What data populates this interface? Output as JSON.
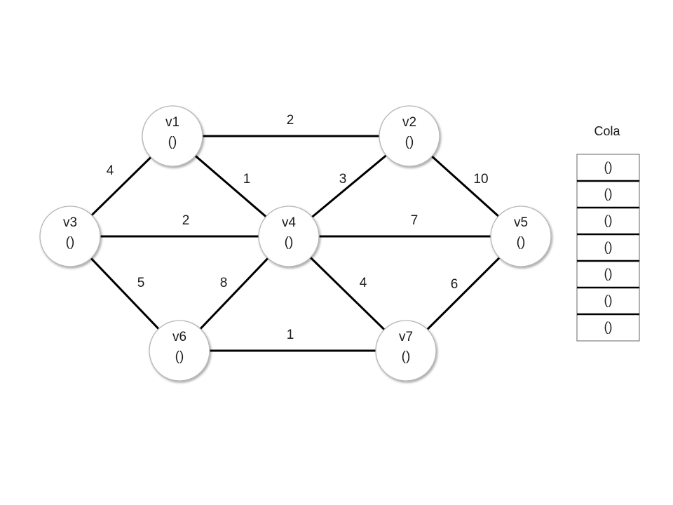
{
  "diagram": {
    "colors": {
      "edge": "#000000",
      "node_border": "#b5b5b5",
      "node_shadow": "#d0d0d0",
      "text": "#1a1a1a"
    },
    "nodes": [
      {
        "id": "v1",
        "name": "v1",
        "value": "()"
      },
      {
        "id": "v2",
        "name": "v2",
        "value": "()"
      },
      {
        "id": "v3",
        "name": "v3",
        "value": "()"
      },
      {
        "id": "v4",
        "name": "v4",
        "value": "()"
      },
      {
        "id": "v5",
        "name": "v5",
        "value": "()"
      },
      {
        "id": "v6",
        "name": "v6",
        "value": "()"
      },
      {
        "id": "v7",
        "name": "v7",
        "value": "()"
      }
    ],
    "edges": [
      {
        "from": "v1",
        "to": "v2",
        "weight": "2"
      },
      {
        "from": "v1",
        "to": "v3",
        "weight": "4"
      },
      {
        "from": "v1",
        "to": "v4",
        "weight": "1"
      },
      {
        "from": "v2",
        "to": "v4",
        "weight": "3"
      },
      {
        "from": "v2",
        "to": "v5",
        "weight": "10"
      },
      {
        "from": "v3",
        "to": "v4",
        "weight": "2"
      },
      {
        "from": "v4",
        "to": "v5",
        "weight": "7"
      },
      {
        "from": "v3",
        "to": "v6",
        "weight": "5"
      },
      {
        "from": "v4",
        "to": "v6",
        "weight": "8"
      },
      {
        "from": "v4",
        "to": "v7",
        "weight": "4"
      },
      {
        "from": "v5",
        "to": "v7",
        "weight": "6"
      },
      {
        "from": "v6",
        "to": "v7",
        "weight": "1"
      }
    ]
  },
  "queue": {
    "title": "Cola",
    "cells": [
      "()",
      "()",
      "()",
      "()",
      "()",
      "()",
      "()"
    ]
  }
}
